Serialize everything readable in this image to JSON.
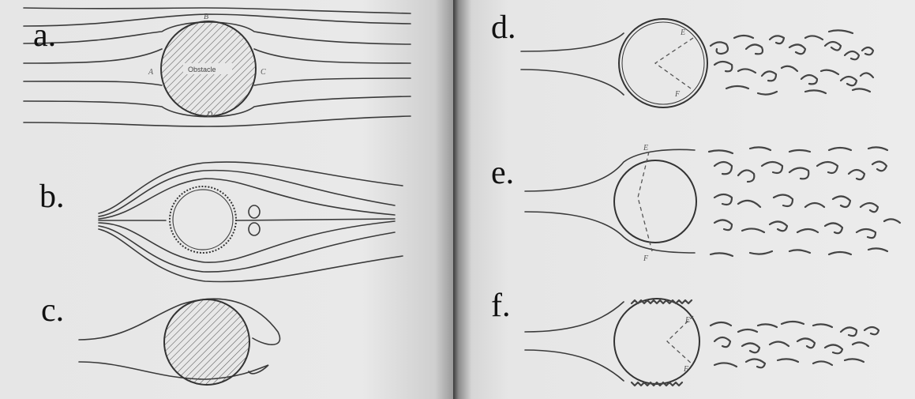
{
  "panels": {
    "a": {
      "label": "a.",
      "points": {
        "top": "B",
        "left": "A",
        "right": "C",
        "bottom": "D"
      },
      "obstacle_text": "Obstacle"
    },
    "b": {
      "label": "b."
    },
    "c": {
      "label": "c."
    },
    "d": {
      "label": "d.",
      "points": {
        "upper": "E",
        "lower": "F"
      }
    },
    "e": {
      "label": "e.",
      "points": {
        "upper": "E",
        "lower": "F"
      }
    },
    "f": {
      "label": "f.",
      "points": {
        "upper": "E",
        "lower": "F"
      }
    }
  }
}
